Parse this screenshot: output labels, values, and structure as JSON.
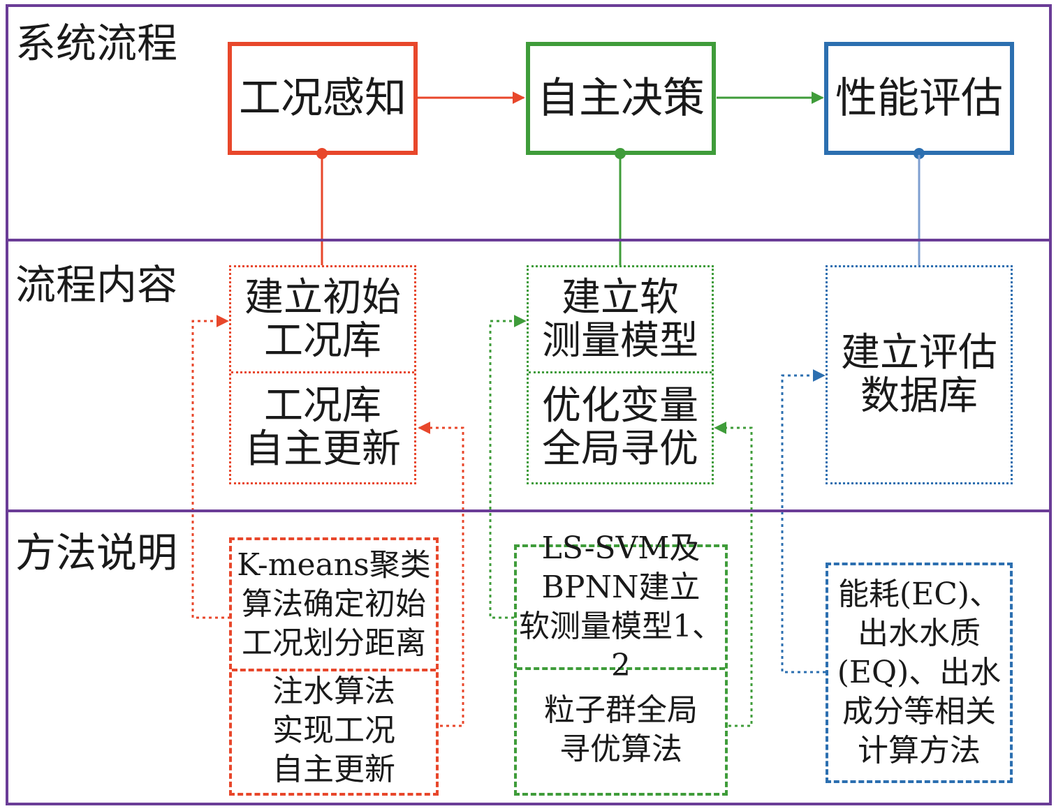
{
  "colors": {
    "band_border": "#6b3d97",
    "red": "#e8472b",
    "green": "#3f9c3a",
    "blue": "#2c6fb0"
  },
  "rows": {
    "system_flow": "系统流程",
    "process_content": "流程内容",
    "method_description": "方法说明"
  },
  "flow": {
    "perception": "工况感知",
    "decision": "自主决策",
    "evaluation": "性能评估"
  },
  "content": {
    "red_top": "建立初始\n工况库",
    "red_bottom": "工况库\n自主更新",
    "green_top": "建立软\n测量模型",
    "green_bottom": "优化变量\n全局寻优",
    "blue": "建立评估\n数据库"
  },
  "methods": {
    "red_top": "K-means聚类\n算法确定初始\n工况划分距离",
    "red_bottom": "注水算法\n实现工况\n自主更新",
    "green_top": "LS-SVM及\nBPNN建立\n软测量模型1、2",
    "green_bottom": "粒子群全局\n寻优算法",
    "blue": "能耗(EC)、\n出水水质\n(EQ)、出水\n成分等相关\n计算方法"
  }
}
